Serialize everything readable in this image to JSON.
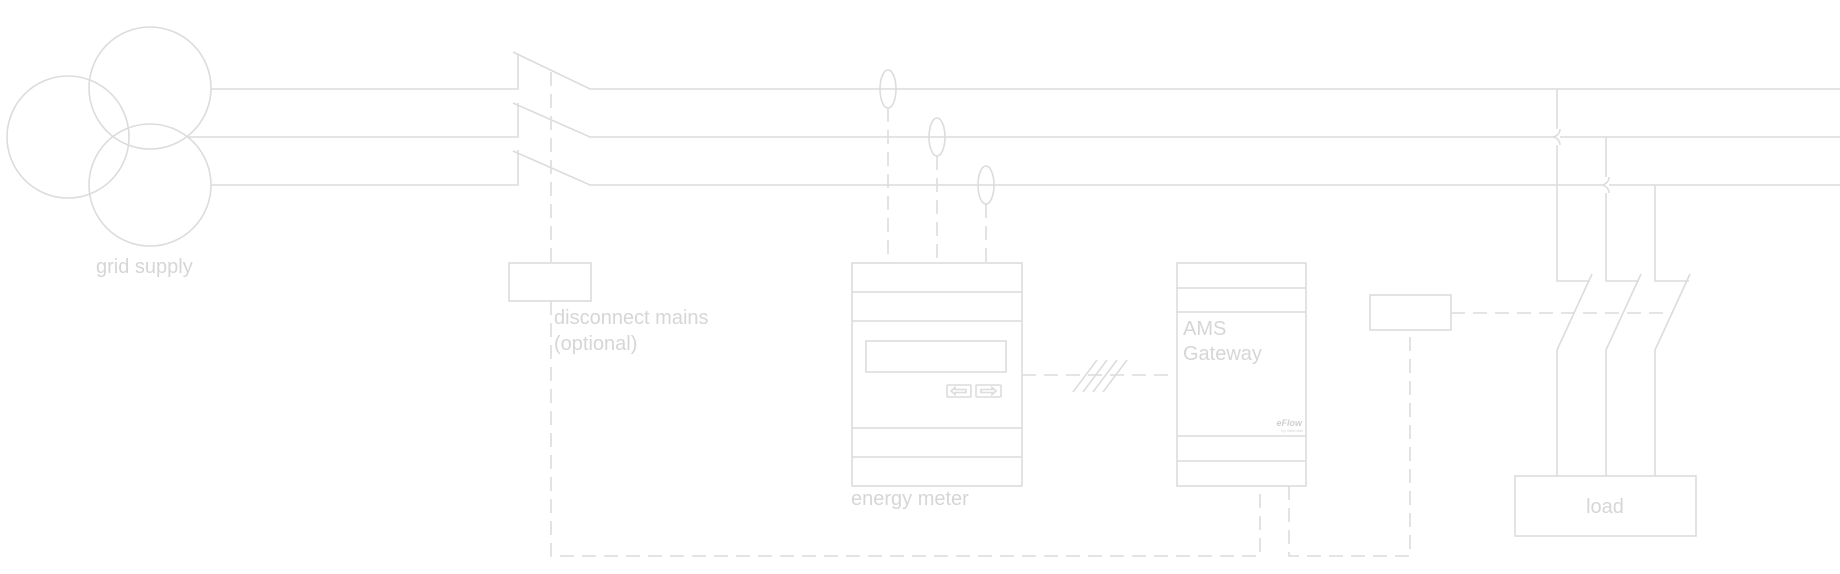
{
  "labels": {
    "grid_supply": "grid supply",
    "disconnect_line1": "disconnect mains",
    "disconnect_line2": "(optional)",
    "energy_meter": "energy meter",
    "gateway_line1": "AMS",
    "gateway_line2": "Gateway",
    "load": "load"
  },
  "brand": {
    "name": "eFlow",
    "tagline": "by Vattenfall"
  },
  "colors": {
    "line": "#dcdcdc",
    "text": "#d6d6d6",
    "background": "#ffffff"
  }
}
